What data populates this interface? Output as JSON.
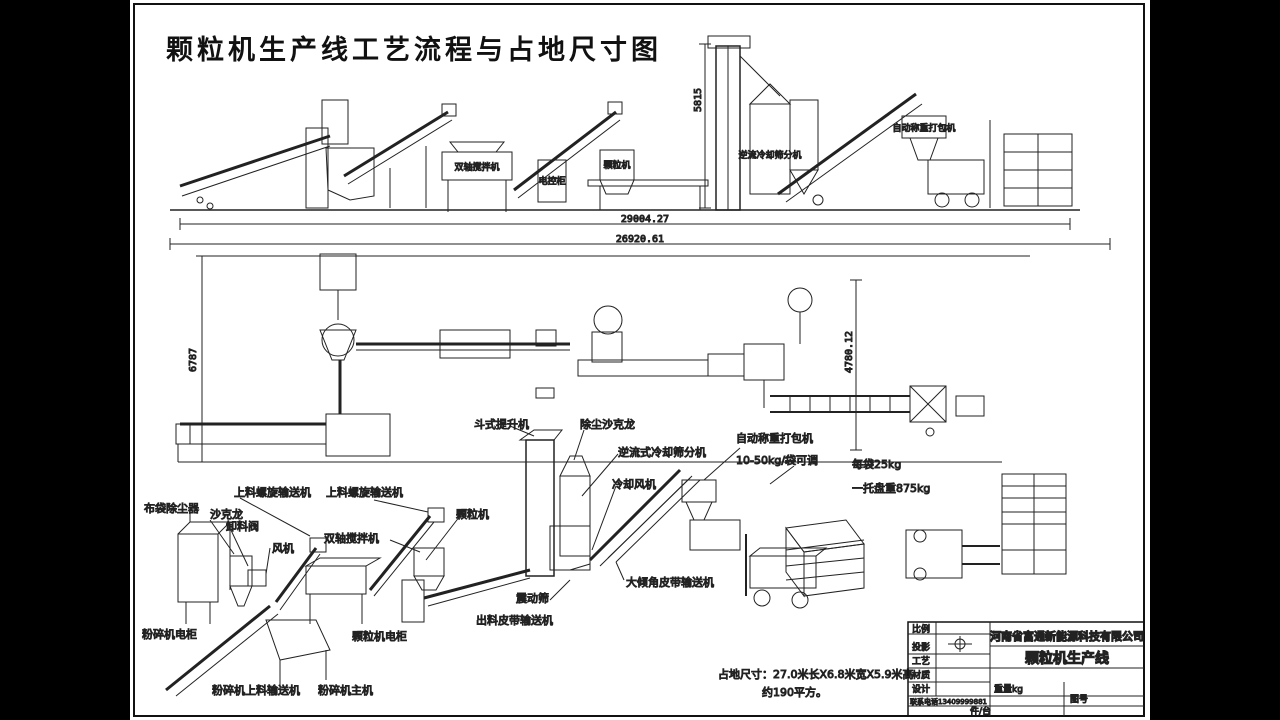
{
  "title": "颗粒机生产线工艺流程与占地尺寸图",
  "elevation": {
    "height_dim": "5815",
    "length_dim": "29004.27",
    "panel_labels": {
      "mixer": "双轴搅拌机",
      "control_cabinet": "电控柜",
      "pellet_mill": "颗粒机",
      "cooler": "逆流冷却筛分机",
      "packer": "自动称重打包机"
    }
  },
  "overall_dim": "26920.61",
  "plan": {
    "width_dim": "6787",
    "height_dim": "4780.12"
  },
  "labels": {
    "bag_filter": "布袋除尘器",
    "cyclone": "沙克龙",
    "discharge_valve": "卸料阀",
    "fan": "风机",
    "screw_conveyor_1": "上料螺旋输送机",
    "screw_conveyor_2": "上料螺旋输送机",
    "mixer": "双轴搅拌机",
    "pellet_mill": "颗粒机",
    "bucket_elevator": "斗式提升机",
    "dust_cyclone": "除尘沙克龙",
    "cooler": "逆流式冷却筛分机",
    "cooling_fan": "冷却风机",
    "packer": "自动称重打包机",
    "packer_range": "10-50kg/袋可调",
    "bag_weight": "每袋25kg",
    "pallet_weight": "一托盘重875kg",
    "crusher_cabinet": "粉碎机电柜",
    "crusher_feeder": "粉碎机上料输送机",
    "crusher": "粉碎机主机",
    "mill_cabinet": "颗粒机电柜",
    "outfeed_belt": "出料皮带输送机",
    "vibrating_screen": "震动筛",
    "incline_belt": "大倾角皮带输送机"
  },
  "footprint": {
    "line1": "占地尺寸：27.0米长X6.8米宽X5.9米高",
    "line2": "约190平方。"
  },
  "title_block": {
    "scale": "比例",
    "projection": "投影",
    "process": "工艺",
    "material": "材质",
    "design": "设计",
    "hotline": "联系电话13409999881",
    "company": "河南省富通新能源科技有限公司",
    "product": "颗粒机生产线",
    "weight": "重量kg",
    "pieces": "件/台",
    "drawing_no": "图号"
  }
}
